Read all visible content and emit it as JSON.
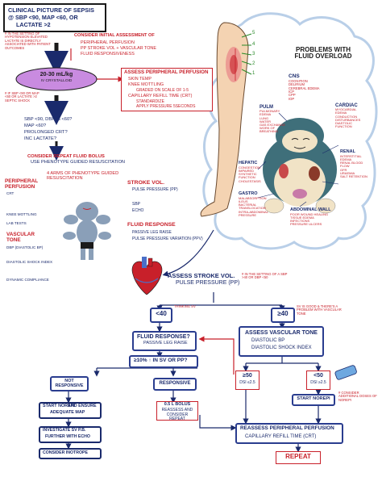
{
  "header": {
    "line1": "CLINICAL PICTURE OF SEPSIS",
    "line2": "@ SBP <90, MAP <60, OR",
    "line3": "LACTATE >2"
  },
  "setting_note": "# IN THE SETTING OF HYPOTENSION ELEVATED LACTATE IS DIRECTLY ASSOCIATED WITH PATIENT OUTCOMES",
  "initial_assessment": {
    "title": "CONSIDER INITIAL ASSESSMENT OF",
    "items": [
      "PERIPHERAL PERFUSION",
      "PP STROKE VOL + VASCULAR TONE",
      "FLUID RESPONSIVENESS"
    ]
  },
  "fluid_bolus": {
    "line1": "20-30 mL/kg",
    "line2": "IV CRYSTALLOID"
  },
  "bolus_note": "# IF SBP <90 OR MAP <60 OR LACTATE >2 SEPTIC SHOCK",
  "peripheral_assessment": {
    "title": "ASSESS PERIPHERAL PERFUSION",
    "items": [
      "SKIN TEMP",
      "KNEE MOTTLING",
      "GRADED ON SCALE OF 1-5",
      "CAPILLARY REFILL TIME (CRT)",
      "STANDARDIZE",
      "APPLY PRESSURE 5SECONDS"
    ]
  },
  "reassess_list": [
    "SBP <90, DBP % <60?",
    "MAP <60?",
    "PROLONGED CRT?",
    "INC LACTATE?"
  ],
  "repeat_bolus": {
    "line1": "CONSIDER REPEAT FLUID BOLUS",
    "line2": "USE PHENOTYPE GUIDED RESUSCITATION"
  },
  "phenotype_title": "4 ARMS OF PHENOTYPE GUIDED RESUSCITATION",
  "perfusion_arm": {
    "title": "PERIPHERAL PERFUSION",
    "items": [
      "CRT",
      "KNEE MOTTLING",
      "LAB TESTS"
    ]
  },
  "vascular_arm": {
    "title": "VASCULAR TONE",
    "items": [
      "DBP (DIASTOLIC BP)",
      "DIASTOLIC SHOCK INDEX",
      "DYNAMIC COMPLIANCE"
    ]
  },
  "stroke_arm": {
    "title": "STROKE VOL.",
    "items": [
      "PULSE PRESSURE (PP)",
      "SBP",
      "ECHO"
    ]
  },
  "fluid_arm": {
    "title": "FLUID RESPONSE",
    "items": [
      "PASSIVE LEG RAISE",
      "PULSE PRESSURE VARIATION (PPV)"
    ]
  },
  "leg_numbers": [
    "5",
    "4",
    "3",
    "2",
    "1"
  ],
  "cloud": {
    "title": "PROBLEMS WITH FLUID OVERLOAD",
    "cns": {
      "title": "CNS",
      "items": [
        "COGNITION",
        "DELIRIUM",
        "CEREBRAL EDEMA",
        "ICP",
        "CPP",
        "IOP"
      ]
    },
    "pulm": {
      "title": "PULM",
      "items": [
        "PULMONARY EDEMA",
        "LUNG",
        "WATER",
        "GAS EXCHANGE",
        "WORK OF BREATHING"
      ]
    },
    "cardiac": {
      "title": "CARDIAC",
      "items": [
        "MYOCARDIAL EDEMA",
        "CONDUCTION DISTURBANCES",
        "DIASTOLIC FUNCTION"
      ]
    },
    "hepatic": {
      "title": "HEPATIC",
      "items": [
        "CONGESTION",
        "IMPAIRED SYNTHETIC FUNCTION",
        "CHOLESTASIS"
      ]
    },
    "renal": {
      "title": "RENAL",
      "items": [
        "INTERSTITIAL EDEMA",
        "RENAL BLOOD FLOW",
        "GFR",
        "URAEMIA",
        "SALT RETENTION"
      ]
    },
    "gastro": {
      "title": "GASTRO",
      "items": [
        "MALABSORPTION",
        "ILEUS",
        "BACTERIAL TRANSLOCATION",
        "INTRA-ABDOMINAL PRESSURE"
      ]
    },
    "abdominal": {
      "title": "ABDOMINAL WALL",
      "items": [
        "POOR WOUND HEALING",
        "TISSUE EDEMA",
        "INFECTIONS",
        "PRESSURE ULCERS"
      ]
    }
  },
  "assess_stroke": {
    "line1": "ASSESS STROKE VOL.",
    "line2": "PULSE PRESSURE (PP)"
  },
  "pp_note": "# IN THE SETTING OF A SBP >40 OR DBP <50",
  "lt40": "<40",
  "lt40_note": "THINKING SV",
  "ge40": "≥40",
  "ge40_note": "SV IS GOOD & THERE'S A PROBLEM WITH VASCULAR TONE",
  "fluid_response": {
    "title": "FLUID RESPONSE?",
    "item": "PASSIVE LEG RAISE"
  },
  "sv_increase": "≥10% ↑ IN SV OR PP?",
  "not_responsive": "NOT RESPONSIVE",
  "responsive": "RESPONSIVE",
  "norepi_left": {
    "line1": "START NOREPI",
    "line2": "AND ENSURE",
    "line3": "ADEQUATE MAP"
  },
  "investigate": {
    "line1": "INVESTIGATE SV P.B.",
    "line2": "FURTHER WITH ECHO"
  },
  "inotrope": "CONSIDER INOTROPE",
  "bolus_repeat": {
    "line1": "0.5 L BOLUS",
    "line2": "REASSESS AND",
    "line3": "CONSIDER REPEAT"
  },
  "vascular_assess": {
    "title": "ASSESS VASCULAR TONE",
    "items": [
      "DIASTOLIC BP",
      "DIASTOLIC SHOCK INDEX"
    ]
  },
  "ge50": {
    "line1": "≥50",
    "line2": "DSI ≤2.5"
  },
  "lt50": {
    "line1": "<50",
    "line2": "DSI ≥2.5"
  },
  "norepi_right": "START NOREPI",
  "reassess": {
    "line1": "REASSESS PERIPHERAL PERFUSION",
    "line2": "CAPILLARY REFILL TIME (CRT)"
  },
  "repeat": "REPEAT",
  "vasopressor_note": "# CONSIDER ADDITIONAL DOSES OF NOREPI"
}
